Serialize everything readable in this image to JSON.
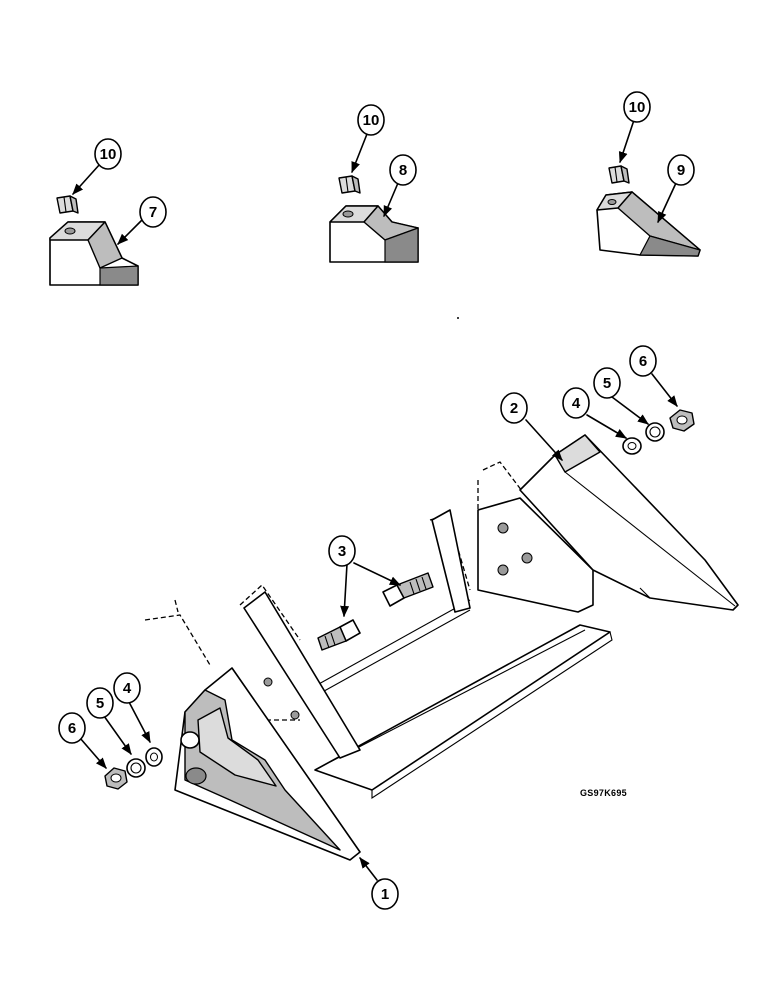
{
  "diagram": {
    "reference_code": "GS97K695",
    "callouts": [
      {
        "id": "c10a",
        "label": "10"
      },
      {
        "id": "c7",
        "label": "7"
      },
      {
        "id": "c10b",
        "label": "10"
      },
      {
        "id": "c8",
        "label": "8"
      },
      {
        "id": "c10c",
        "label": "10"
      },
      {
        "id": "c9",
        "label": "9"
      },
      {
        "id": "c2",
        "label": "2"
      },
      {
        "id": "c4a",
        "label": "4"
      },
      {
        "id": "c5a",
        "label": "5"
      },
      {
        "id": "c6a",
        "label": "6"
      },
      {
        "id": "c3",
        "label": "3"
      },
      {
        "id": "c4b",
        "label": "4"
      },
      {
        "id": "c5b",
        "label": "5"
      },
      {
        "id": "c6b",
        "label": "6"
      },
      {
        "id": "c1",
        "label": "1"
      }
    ]
  }
}
